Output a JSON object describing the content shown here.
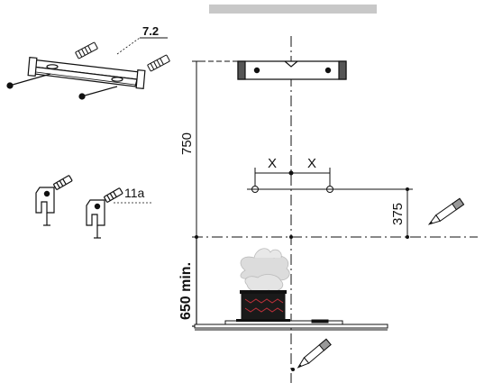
{
  "labels": {
    "bracket_ref": "7.2",
    "clip_ref": "11a",
    "height_750": "750",
    "height_375": "375",
    "x_left": "X",
    "x_right": "X",
    "min_height": "650 min."
  },
  "colors": {
    "line": "#111111",
    "wall_bar": "#c8c8c8",
    "pan": "#1a1a1a",
    "pan_pattern": "#c0303a",
    "steam": "#dcdcdc"
  },
  "icons": [
    "wall-bracket-icon",
    "wall-plug-icon",
    "screw-icon",
    "clip-icon",
    "pencil-icon",
    "pan-icon",
    "steam-icon",
    "hob-icon"
  ]
}
